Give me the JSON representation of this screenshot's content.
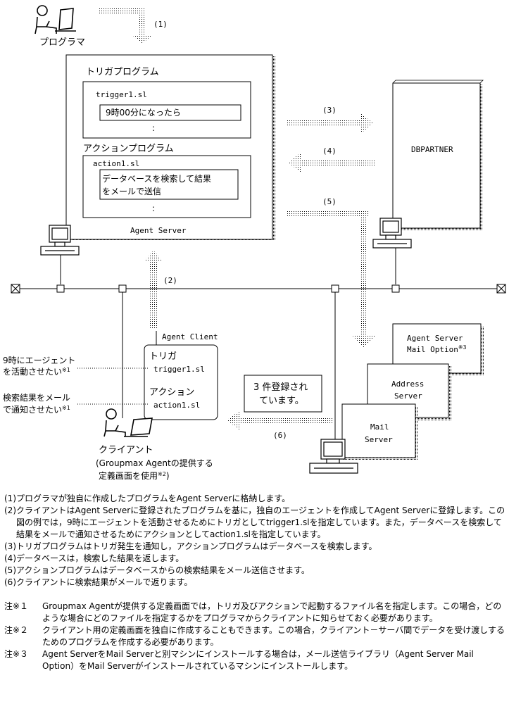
{
  "diagram": {
    "labels": {
      "programmer": "プログラマ",
      "trigger_program": "トリガプログラム",
      "trigger_file": "trigger1.sl",
      "trigger_condition": "9時00分になったら",
      "ellipsis": ":",
      "action_program": "アクションプログラム",
      "action_file": "action1.sl",
      "action_desc_1": "データベースを検索して結果",
      "action_desc_2": "をメールで送信",
      "agent_server": "Agent Server",
      "dbpartner": "DBPARTNER",
      "agent_client": "Agent Client",
      "client_trigger": "トリガ",
      "client_trigger_file": "trigger1.sl",
      "client_action": "アクション",
      "client_action_file": "action1.sl",
      "callout_1a": "9時にエージェント",
      "callout_1b": "を活動させたい",
      "callout_2a": "検索結果をメール",
      "callout_2b": "で通知させたい",
      "note_mark_1": "※1",
      "note_mark_2": "※2",
      "note_mark_3": "※3",
      "mail_msg_1": "3 件登録され",
      "mail_msg_2": "ています。",
      "client_1": "クライアント",
      "client_2": "(Groupmax Agentの提供する",
      "client_3": "定義画面を使用",
      "client_3_end": ")",
      "agent_server_mail_1": "Agent Server",
      "agent_server_mail_2": "Mail Option",
      "address_server_1": "Address",
      "address_server_2": "Server",
      "mail_server_1": "Mail",
      "mail_server_2": "Server"
    },
    "steps": [
      "(1)",
      "(2)",
      "(3)",
      "(4)",
      "(5)",
      "(6)"
    ]
  },
  "explanations": [
    {
      "num": "(1)",
      "text": "プログラマが独自に作成したプログラムをAgent Serverに格納します。"
    },
    {
      "num": "(2)",
      "text": "クライアントはAgent Serverに登録されたプログラムを基に，独自のエージェントを作成してAgent Serverに登録します。この図の例では，9時にエージェントを活動させるためにトリガとしてtrigger1.slを指定しています。また，データベースを検索して結果をメールで通知させるためにアクションとしてaction1.slを指定しています。"
    },
    {
      "num": "(3)",
      "text": "トリガプログラムはトリガ発生を通知し，アクションプログラムはデータベースを検索します。"
    },
    {
      "num": "(4)",
      "text": "データベースは，検索した結果を返します。"
    },
    {
      "num": "(5)",
      "text": "アクションプログラムはデータベースからの検索結果をメール送信させます。"
    },
    {
      "num": "(6)",
      "text": "クライアントに検索結果がメールで返ります。"
    }
  ],
  "footnotes": [
    {
      "mark": "注※１",
      "text": "Groupmax Agentが提供する定義画面では，トリガ及びアクションで起動するファイル名を指定します。この場合，どのような場合にどのファイルを指定するかをプログラマからクライアントに知らせておく必要があります。"
    },
    {
      "mark": "注※２",
      "text": "クライアント用の定義画面を独自に作成することもできます。この場合，クライアント－サーバ間でデータを受け渡しするためのプログラムを作成する必要があります。"
    },
    {
      "mark": "注※３",
      "text": "Agent ServerをMail Serverと別マシンにインストールする場合は，メール送信ライブラリ（Agent Server Mail Option）をMail Serverがインストールされているマシンにインストールします。"
    }
  ]
}
